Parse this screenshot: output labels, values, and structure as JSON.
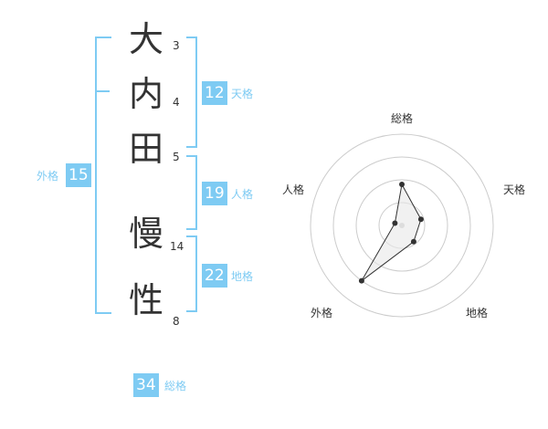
{
  "name": {
    "chars": [
      "大",
      "内",
      "田",
      "慢",
      "性"
    ],
    "strokes": [
      "3",
      "4",
      "5",
      "14",
      "8"
    ]
  },
  "kaku": {
    "tenkaku": {
      "value": "12",
      "label": "天格"
    },
    "jinkaku": {
      "value": "19",
      "label": "人格"
    },
    "chikaku": {
      "value": "22",
      "label": "地格"
    },
    "gaikaku": {
      "value": "15",
      "label": "外格"
    },
    "soukaku": {
      "value": "34",
      "label": "総格"
    }
  },
  "radar": {
    "labels": {
      "sou": "総格",
      "ten": "天格",
      "chi": "地格",
      "gai": "外格",
      "jin": "人格"
    },
    "levels": 4,
    "values": [
      0.45,
      0.22,
      0.22,
      0.75,
      0.08
    ],
    "colors": {
      "line": "#333333",
      "fill": "#e8e8e8",
      "ring": "#cccccc",
      "accent": "#7ecbf3"
    }
  }
}
